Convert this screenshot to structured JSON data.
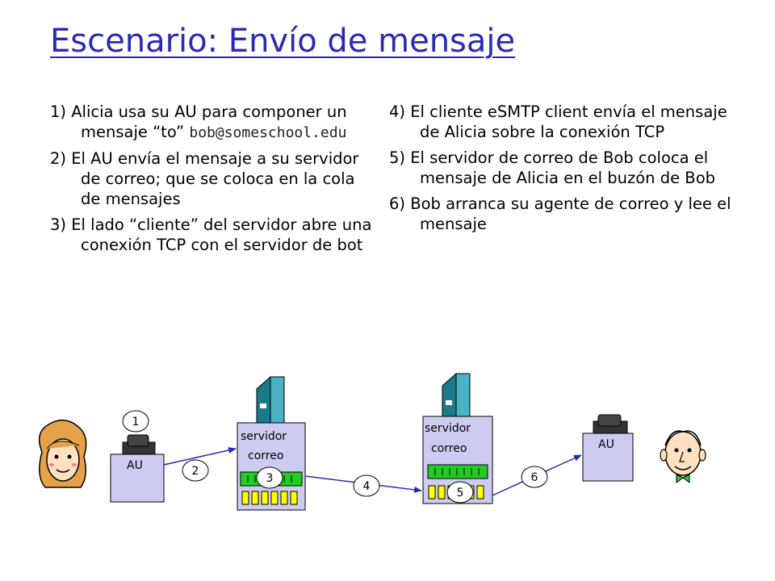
{
  "title": "Escenario: Envío de mensaje",
  "steps_left": [
    {
      "num": "1)",
      "text": "Alicia usa su AU para componer un mensaje “to”",
      "email": "bob@someschool.edu"
    },
    {
      "num": "2)",
      "text": "El AU envía el mensaje a su servidor de correo; que se coloca en la cola de mensajes"
    },
    {
      "num": "3)",
      "text": "El lado “cliente” del servidor abre una conexión TCP con el servidor de bot"
    }
  ],
  "steps_right": [
    {
      "num": "4)",
      "text": "El cliente eSMTP client envía el mensaje de Alicia sobre la conexión TCP"
    },
    {
      "num": "5)",
      "text": "El servidor de correo de Bob coloca el mensaje de Alicia en el buzón de Bob"
    },
    {
      "num": "6)",
      "text": "Bob arranca su agente de correo y lee el mensaje"
    }
  ],
  "diagram": {
    "user_agent_label": "AU",
    "server_label_1": "servidor",
    "server_label_2": "correo",
    "markers": [
      "1",
      "2",
      "3",
      "4",
      "5",
      "6"
    ]
  },
  "colors": {
    "title": "#2a2ab4",
    "box_fill": "#ccccf0",
    "queue_fill": "#22cc22",
    "mailbox_fill": "#ffff00",
    "arrow": "#2a2ab4"
  }
}
